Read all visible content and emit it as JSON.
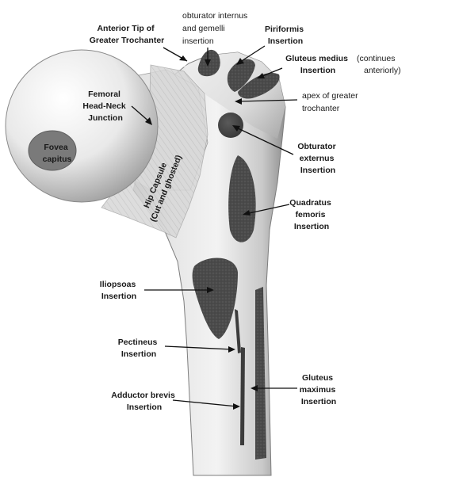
{
  "colors": {
    "bone_light": "#f2f2f2",
    "bone_shade": "#8f8f8f",
    "insertion": "#4a4a4a",
    "capsule": "#d4d4d4",
    "line": "#111111"
  },
  "labels": {
    "anterior_tip": [
      "Anterior Tip of",
      "Greater Trochanter"
    ],
    "obturator_internus": [
      "obturator internus",
      "and gemelli",
      "insertion"
    ],
    "piriformis": [
      "Piriformis",
      "Insertion"
    ],
    "gluteus_medius": [
      "Gluteus medius",
      "Insertion"
    ],
    "gluteus_medius_note": [
      "(continues",
      "anteriorly)"
    ],
    "femoral_head_neck": [
      "Femoral",
      "Head-Neck",
      "Junction"
    ],
    "apex": [
      "apex of greater",
      "trochanter"
    ],
    "fovea": [
      "Fovea",
      "capitus"
    ],
    "hip_capsule": [
      "Hip Capsule",
      "(Cut and ghosted)"
    ],
    "obturator_externus": [
      "Obturator",
      "externus",
      "Insertion"
    ],
    "quadratus": [
      "Quadratus",
      "femoris",
      "Insertion"
    ],
    "iliopsoas": [
      "Iliopsoas",
      "Insertion"
    ],
    "pectineus": [
      "Pectineus",
      "Insertion"
    ],
    "gluteus_maximus": [
      "Gluteus",
      "maximus",
      "Insertion"
    ],
    "adductor_brevis": [
      "Adductor brevis",
      "Insertion"
    ]
  }
}
